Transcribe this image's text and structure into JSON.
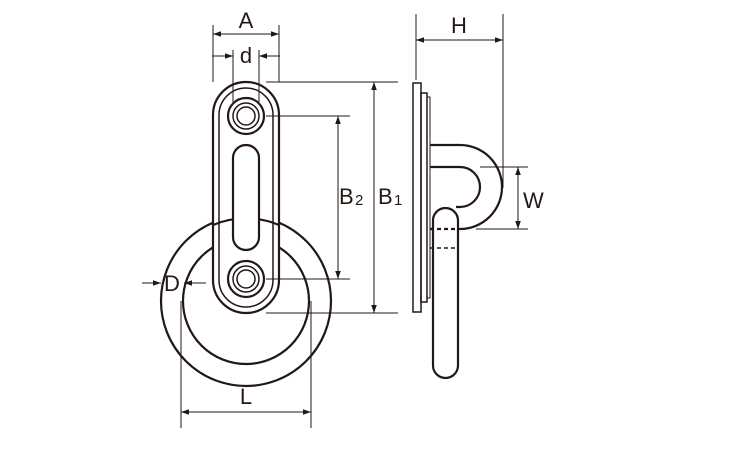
{
  "labels": {
    "A": "A",
    "d": "d",
    "H": "H",
    "B2_main": "B",
    "B2_sub": "2",
    "B1_main": "B",
    "B1_sub": "1",
    "W": "W",
    "D": "D",
    "L": "L"
  },
  "colors": {
    "line": "#231815",
    "background": "#ffffff"
  }
}
